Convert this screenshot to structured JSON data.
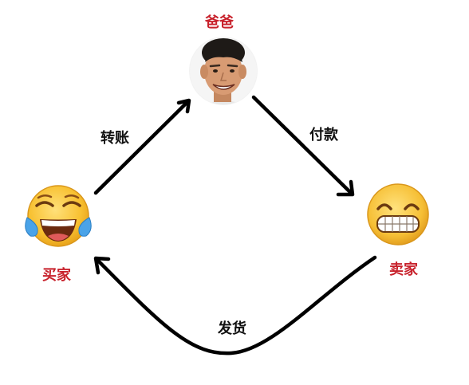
{
  "nodes": {
    "dad": {
      "label": "爸爸",
      "icon": "man-portrait-icon"
    },
    "buyer": {
      "label": "买家",
      "icon": "tears-of-joy-emoji-icon"
    },
    "seller": {
      "label": "卖家",
      "icon": "grimacing-emoji-icon"
    }
  },
  "edges": {
    "transfer": {
      "label": "转账",
      "from": "买家",
      "to": "爸爸"
    },
    "pay": {
      "label": "付款",
      "from": "爸爸",
      "to": "卖家"
    },
    "ship": {
      "label": "发货",
      "from": "卖家",
      "to": "买家"
    }
  },
  "colors": {
    "node_label": "#c8222c",
    "edge_label": "#111111",
    "arrow": "#000000",
    "emoji_face": "#f8c132",
    "tears": "#4aa3e8"
  }
}
